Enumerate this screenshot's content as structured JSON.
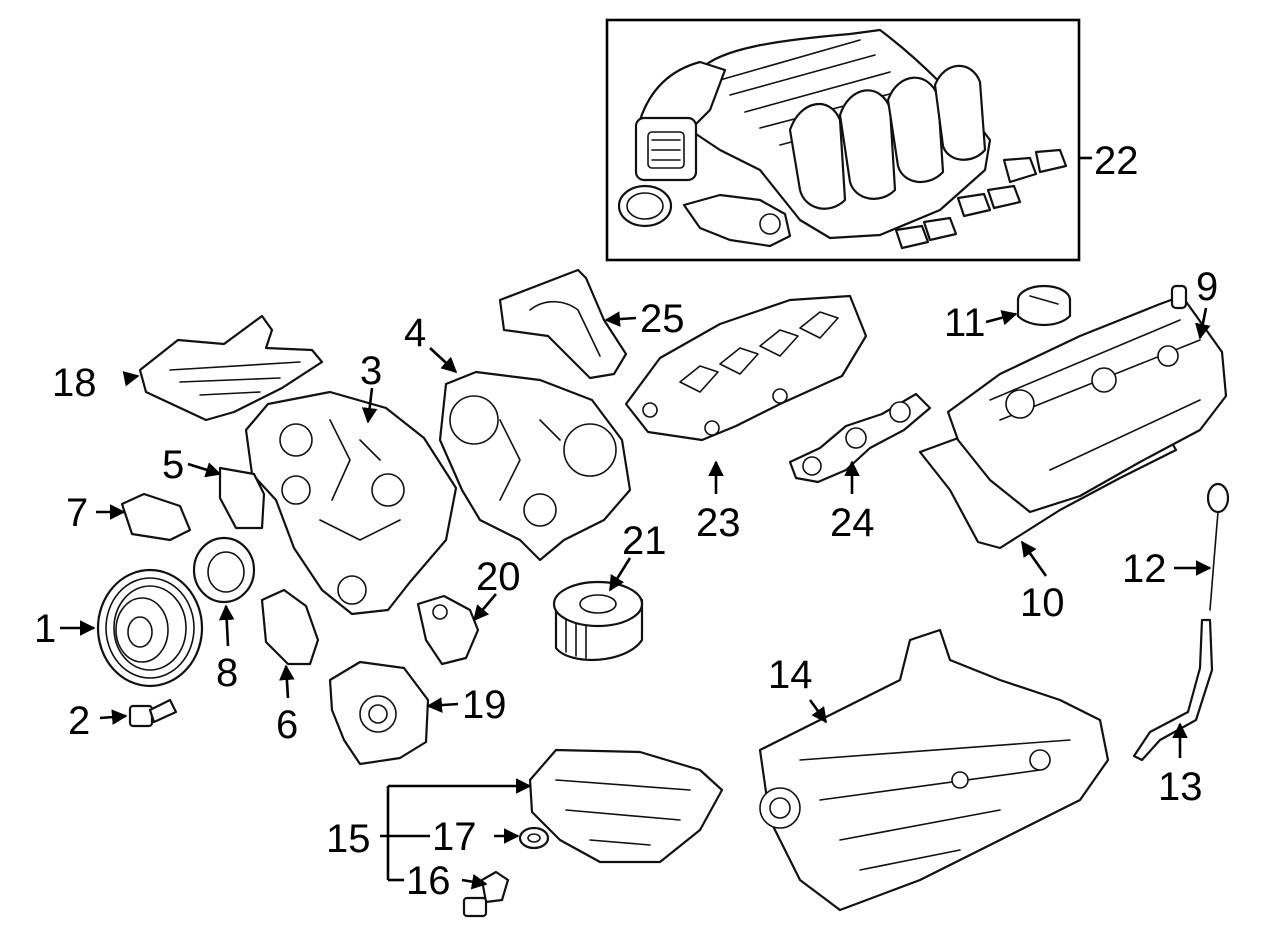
{
  "callouts": {
    "c1": "1",
    "c2": "2",
    "c3": "3",
    "c4": "4",
    "c5": "5",
    "c6": "6",
    "c7": "7",
    "c8": "8",
    "c9": "9",
    "c10": "10",
    "c11": "11",
    "c12": "12",
    "c13": "13",
    "c14": "14",
    "c15": "15",
    "c16": "16",
    "c17": "17",
    "c18": "18",
    "c19": "19",
    "c20": "20",
    "c21": "21",
    "c22": "22",
    "c23": "23",
    "c24": "24",
    "c25": "25"
  },
  "colors": {
    "line": "#111111",
    "background": "#ffffff"
  }
}
